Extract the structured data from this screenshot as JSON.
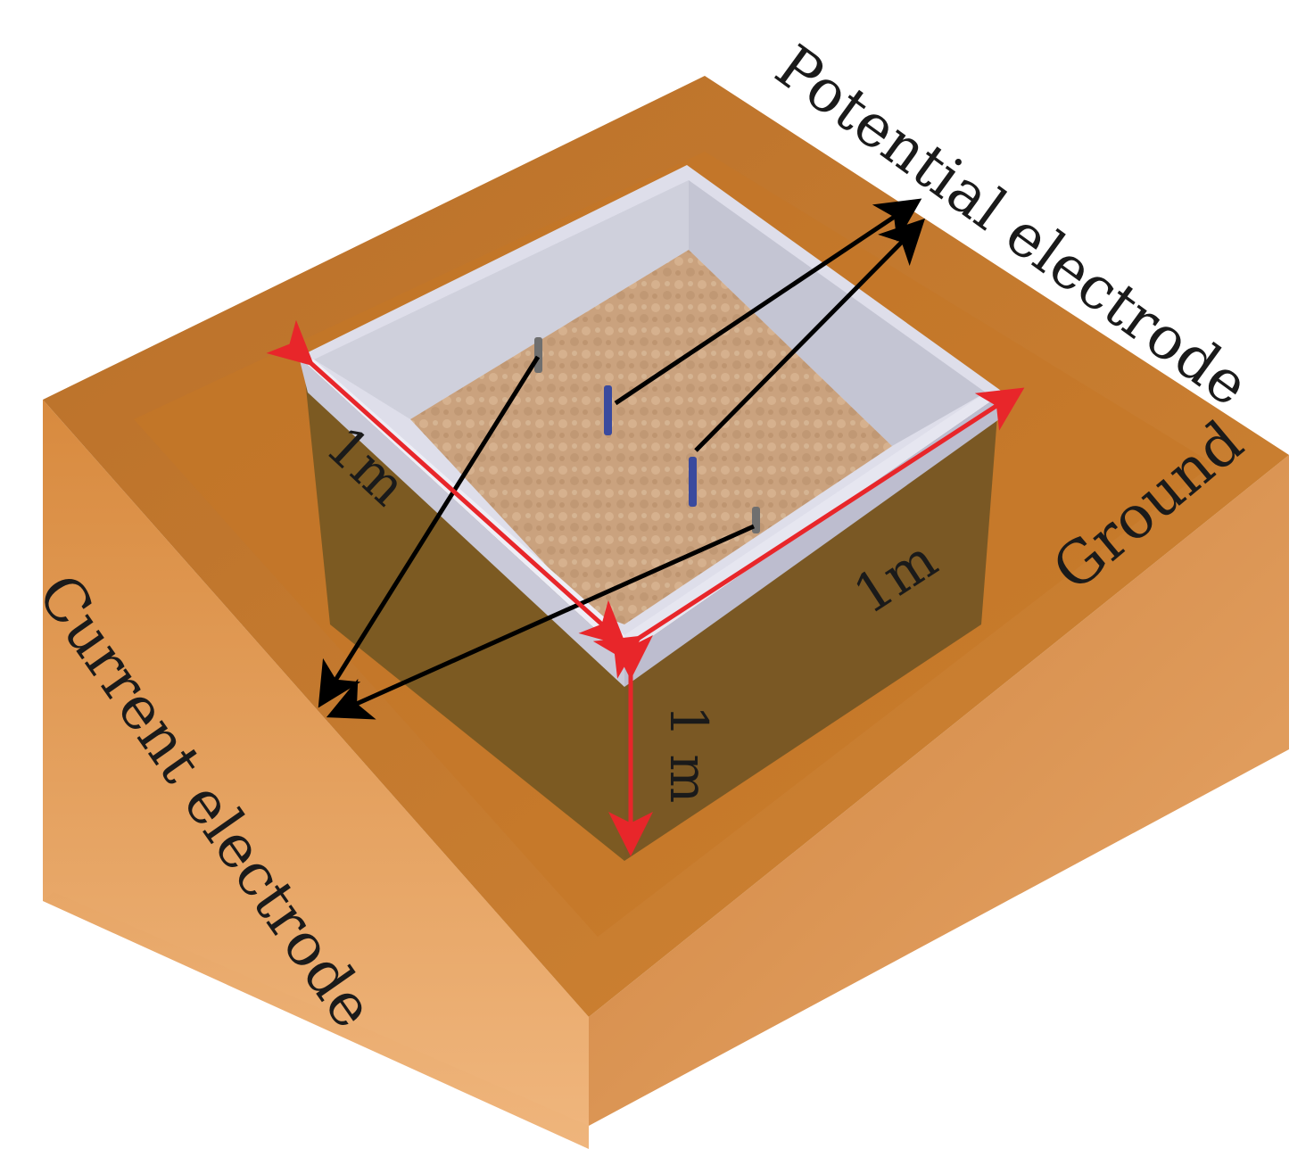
{
  "labels": {
    "potential_electrode": "Potential electrode",
    "current_electrode": "Current electrode",
    "ground": "Ground",
    "width_dim": "1m",
    "depth_dim": "1m",
    "height_dim": "1 m"
  },
  "colors": {
    "ground_top": "#c97a2a",
    "ground_inner": "#c57626",
    "ground_front": "#e6a464",
    "ground_right": "#d8934e",
    "pit_wall_left": "#7c5a22",
    "pit_wall_right": "#7a5824",
    "box_inner_back": "#cfd0dc",
    "box_rim": "#d9d9e6",
    "box_floor": "#c9a07a",
    "electrode_blue": "#3a4a9e",
    "electrode_gray": "#6f6f6f",
    "arrow_black": "#000000",
    "arrow_red": "#e8262a"
  },
  "icons": {
    "potential_electrode_marker": "blue-rod-icon",
    "current_electrode_marker": "gray-rod-icon"
  }
}
